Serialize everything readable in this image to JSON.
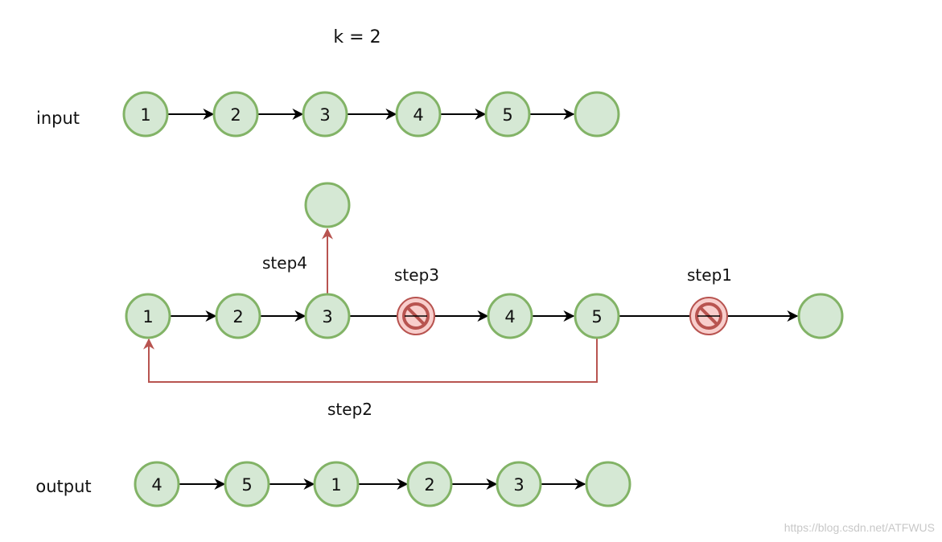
{
  "header": {
    "k_label": "k = 2"
  },
  "rows": {
    "input": {
      "label": "input",
      "nodes": [
        "1",
        "2",
        "3",
        "4",
        "5",
        ""
      ]
    },
    "process": {
      "nodes": [
        "1",
        "2",
        "3",
        "4",
        "5"
      ],
      "null_top": "",
      "null_right": ""
    },
    "output": {
      "label": "output",
      "nodes": [
        "4",
        "5",
        "1",
        "2",
        "3",
        ""
      ]
    }
  },
  "steps": {
    "step1": "step1",
    "step2": "step2",
    "step3": "step3",
    "step4": "step4"
  },
  "colors": {
    "node_fill": "#d5e8d4",
    "node_stroke": "#82b366",
    "red_edge": "#b85450",
    "cut_fill": "#f8cecc"
  },
  "icons": {
    "cut_marker": "prohibited-icon"
  },
  "watermark": "https://blog.csdn.net/ATFWUS"
}
